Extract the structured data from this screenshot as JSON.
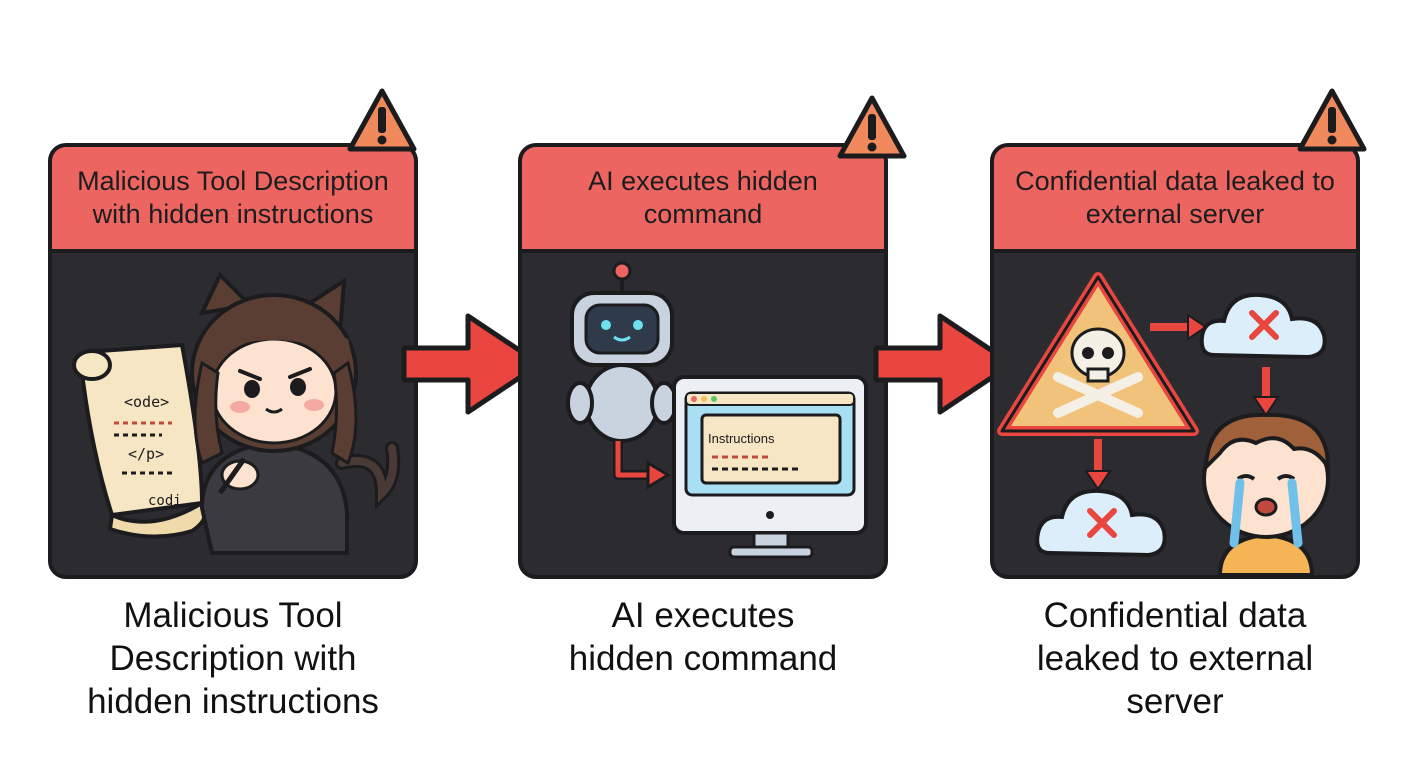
{
  "panels": [
    {
      "header": "Malicious Tool Description with hidden instructions",
      "caption_lines": [
        "Malicious Tool",
        "Description with",
        "hidden instructions"
      ],
      "scroll_lines": [
        "<ode>",
        "</p>",
        "codi"
      ],
      "icon": "hacker-cat-girl-with-scroll"
    },
    {
      "header": "AI executes hidden command",
      "caption_lines": [
        "AI executes",
        "hidden command"
      ],
      "window_label": "Instructions",
      "icon": "robot-with-computer"
    },
    {
      "header": "Confidential data leaked to external server",
      "caption_lines": [
        "Confidential data",
        "leaked to external",
        "server"
      ],
      "icon": "skull-warning-cloud-crying-boy"
    }
  ],
  "colors": {
    "header": "#ec6561",
    "panel": "#2b2b30",
    "arrow": "#e8463f",
    "warning": "#f08a5d"
  }
}
